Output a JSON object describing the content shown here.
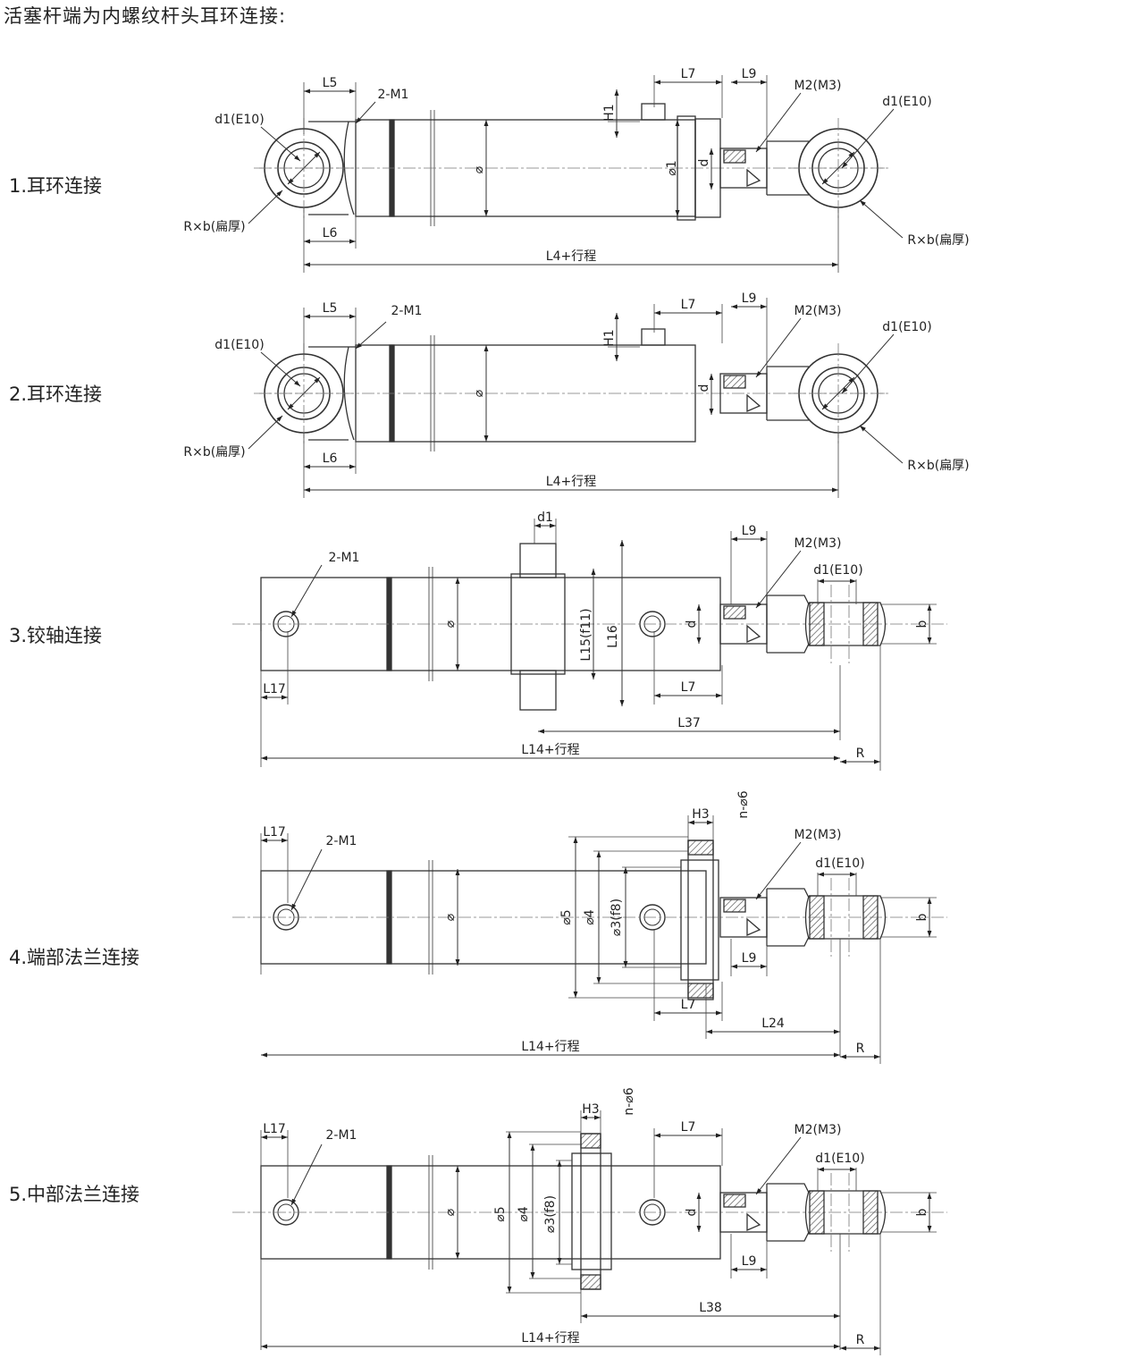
{
  "title": "活塞杆端为内螺纹杆头耳环连接:",
  "sections": [
    {
      "label": "1.耳环连接"
    },
    {
      "label": "2.耳环连接"
    },
    {
      "label": "3.铰轴连接"
    },
    {
      "label": "4.端部法兰连接"
    },
    {
      "label": "5.中部法兰连接"
    }
  ],
  "dims": {
    "L4_stroke": "L4+行程",
    "L14_stroke": "L14+行程",
    "L5": "L5",
    "L6": "L6",
    "L7": "L7",
    "L9": "L9",
    "L15": "L15(f11)",
    "L16": "L16",
    "L17": "L17",
    "L24": "L24",
    "L37": "L37",
    "L38": "L38",
    "H1": "H1",
    "H3": "H3",
    "M1": "2-M1",
    "M2": "M2(M3)",
    "d1E10": "d1(E10)",
    "d1": "d1",
    "Rb": "R×b(扁厚)",
    "R": "R",
    "b": "b",
    "d": "d",
    "phi": "⌀",
    "phi1": "⌀1",
    "phi3": "⌀3(f8)",
    "phi4": "⌀4",
    "phi5": "⌀5",
    "nphi6": "n-⌀6"
  }
}
